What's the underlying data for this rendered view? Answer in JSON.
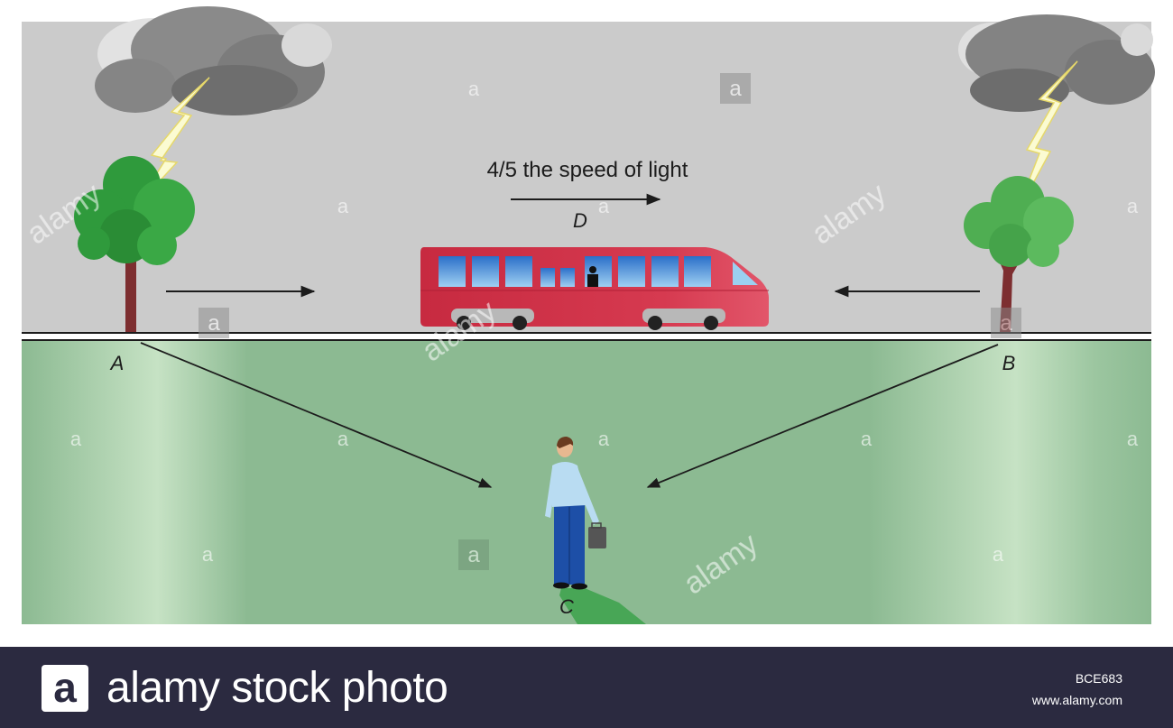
{
  "diagram": {
    "title": "4/5 the speed of light",
    "labels": {
      "a": "A",
      "b": "B",
      "c": "C",
      "d": "D"
    }
  },
  "watermark": {
    "letter": "a",
    "word": "alamy"
  },
  "footer": {
    "logo_letter": "a",
    "brand": "alamy stock photo",
    "image_id": "BCE683",
    "site": "www.alamy.com"
  },
  "colors": {
    "sky": "#cbcbcb",
    "ground": "#8cba92",
    "train": "#d2344a",
    "footer": "#2b2a40",
    "arrow": "#1c1c1c"
  },
  "icons": [
    "storm-cloud-icon",
    "lightning-bolt-icon",
    "tree-icon",
    "train-icon",
    "person-icon",
    "briefcase-icon",
    "arrow-icon"
  ]
}
